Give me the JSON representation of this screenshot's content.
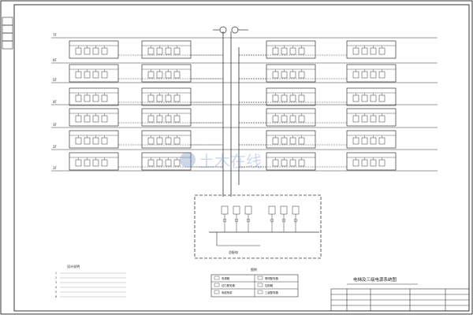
{
  "drawing": {
    "title": "电梯及三级电源系统图",
    "notes_heading": "设计说明",
    "legend_heading": "图例",
    "watermark": "土木在线"
  },
  "colors": {
    "line": "#333333",
    "background": "#ffffff",
    "watermark": "#6f8fbf"
  },
  "floor_labels": [
    "7F",
    "6F",
    "5F",
    "4F",
    "3F",
    "2F",
    "1F"
  ],
  "legend_items": [
    "电源箱",
    "照明配电箱",
    "动力配电箱",
    "控制箱",
    "电缆桥架",
    "三级配电箱"
  ],
  "notes_lines": [
    "1",
    "2",
    "3",
    "4",
    "5",
    "6"
  ],
  "sub_station_label": "总配电"
}
